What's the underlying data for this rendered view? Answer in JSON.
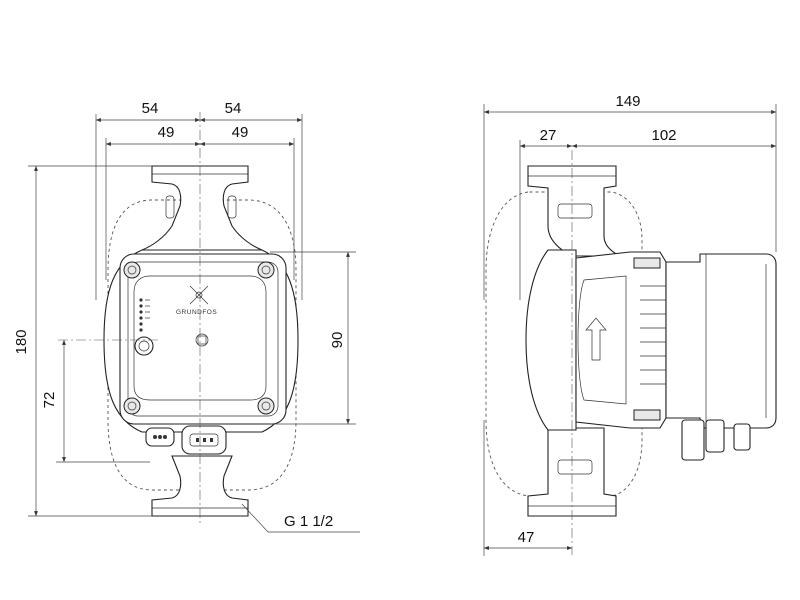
{
  "front_view": {
    "dim_top_left_outer": "54",
    "dim_top_right_outer": "54",
    "dim_top_left_inner": "49",
    "dim_top_right_inner": "49",
    "dim_height_total": "180",
    "dim_height_center": "72",
    "dim_height_box": "90",
    "thread_label": "G 1 1/2",
    "logo_text": "GRUNDFOS"
  },
  "side_view": {
    "dim_total_width": "149",
    "dim_flange_offset": "27",
    "dim_motor_depth": "102",
    "dim_bottom": "47"
  }
}
